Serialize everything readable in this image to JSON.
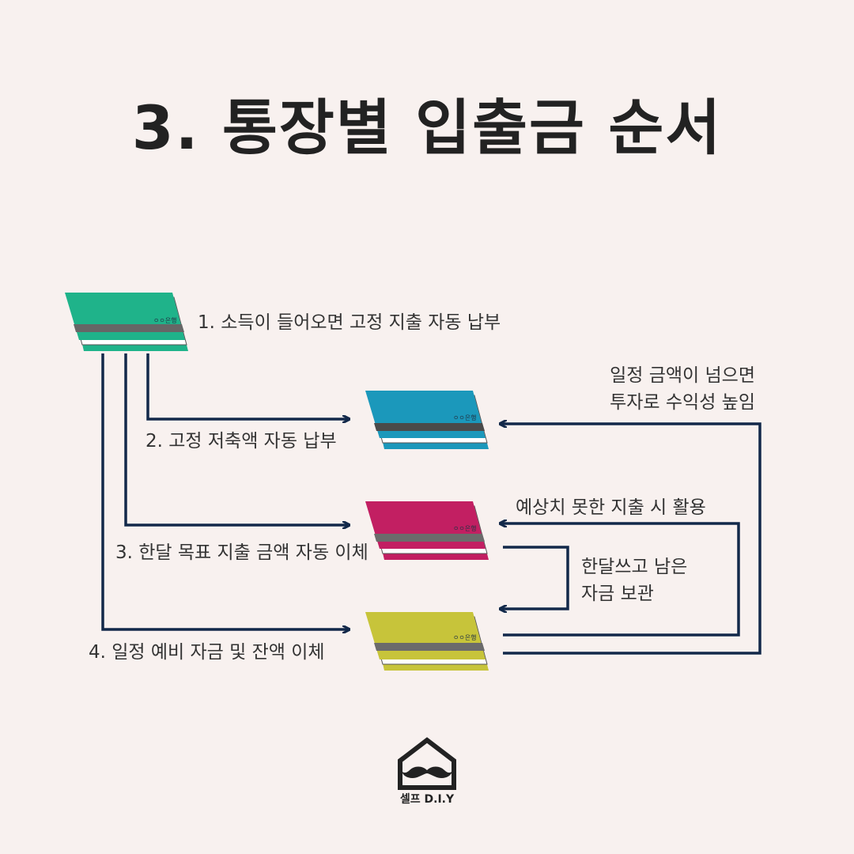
{
  "title": "3. 통장별 입출금 순서",
  "steps": [
    "1. 소득이 들어오면 고정 지출 자동 납부",
    "2. 고정 저축액 자동 납부",
    "3. 한달 목표 지출 금액 자동 이체",
    "4. 일정 예비 자금 및 잔액 이체"
  ],
  "notes": {
    "invest": [
      "일정 금액이 넘으면",
      "투자로 수익성 높임"
    ],
    "emergency": "예상치 못한 지출 시 활용",
    "leftover": [
      "한달쓰고 남은",
      "자금 보관"
    ]
  },
  "account_label": "ㅇㅇ은행",
  "books": [
    {
      "name": "income-account",
      "color": "#1fb38a",
      "edge": "#17a07a"
    },
    {
      "name": "savings-account",
      "color": "#1b98bb",
      "edge": "#1587a6"
    },
    {
      "name": "spending-account",
      "color": "#c21f62",
      "edge": "#a8174f"
    },
    {
      "name": "reserve-account",
      "color": "#c7c43a",
      "edge": "#b3b02e"
    }
  ],
  "arrow_color": "#12294a",
  "logo_text": "셀프 D.I.Y"
}
